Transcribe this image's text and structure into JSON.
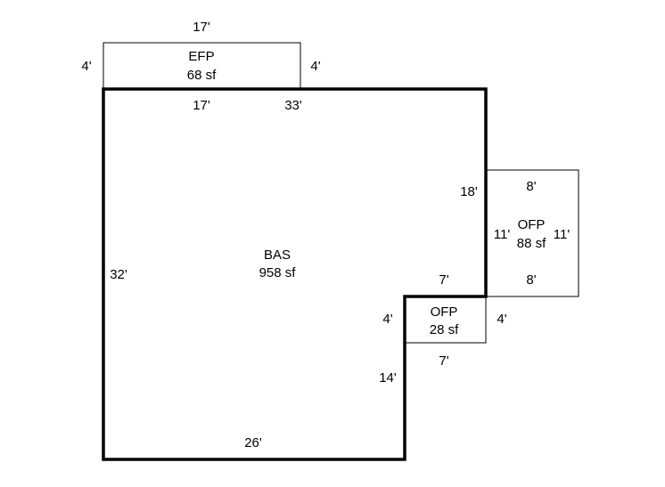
{
  "colors": {
    "line": "#000000",
    "background": "#ffffff"
  },
  "areas": {
    "bas": {
      "name": "BAS",
      "area": "958 sf"
    },
    "efp": {
      "name": "EFP",
      "area": "68 sf"
    },
    "ofp_right": {
      "name": "OFP",
      "area": "88 sf"
    },
    "ofp_small": {
      "name": "OFP",
      "area": "28 sf"
    }
  },
  "dimensions": {
    "efp_top": "17'",
    "efp_left": "4'",
    "efp_right": "4'",
    "bas_top_left": "17'",
    "bas_top_right": "33'",
    "bas_left": "32'",
    "bas_right_upper": "18'",
    "bas_notch_top": "7'",
    "bas_notch_side": "4'",
    "bas_lower_right": "14'",
    "bas_bottom": "26'",
    "ofp_right_top": "8'",
    "ofp_right_bottom": "8'",
    "ofp_right_left": "11'",
    "ofp_right_right": "11'",
    "ofp_small_right": "4'",
    "ofp_small_bottom": "7'"
  }
}
